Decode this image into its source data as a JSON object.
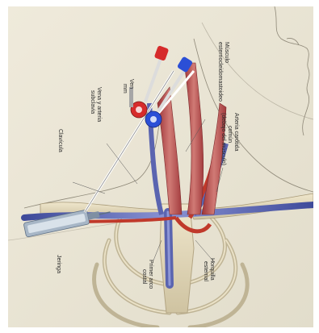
{
  "labels": {
    "musculo": [
      "Músculo",
      "esternocleidomastoideo"
    ],
    "vena_arteria": [
      "Vena y arteria",
      "subclavia"
    ],
    "clavicula": "Clavícula",
    "carotida": [
      "Arteria carótida",
      "común",
      "(debajo del músculo)"
    ],
    "jeringa": "Jeringa",
    "primer_arco": [
      "Primer arco",
      "costal"
    ],
    "horquilla": [
      "Horquilla",
      "esternal"
    ],
    "ven": "Ven",
    "mm": "mm"
  },
  "colors": {
    "background": "#e9e4d4",
    "muscle": "#b8494a",
    "vein": "#5a64b0",
    "artery": "#c0392b",
    "cap_red": "#d62b2b",
    "cap_blue": "#2b4fd6"
  }
}
